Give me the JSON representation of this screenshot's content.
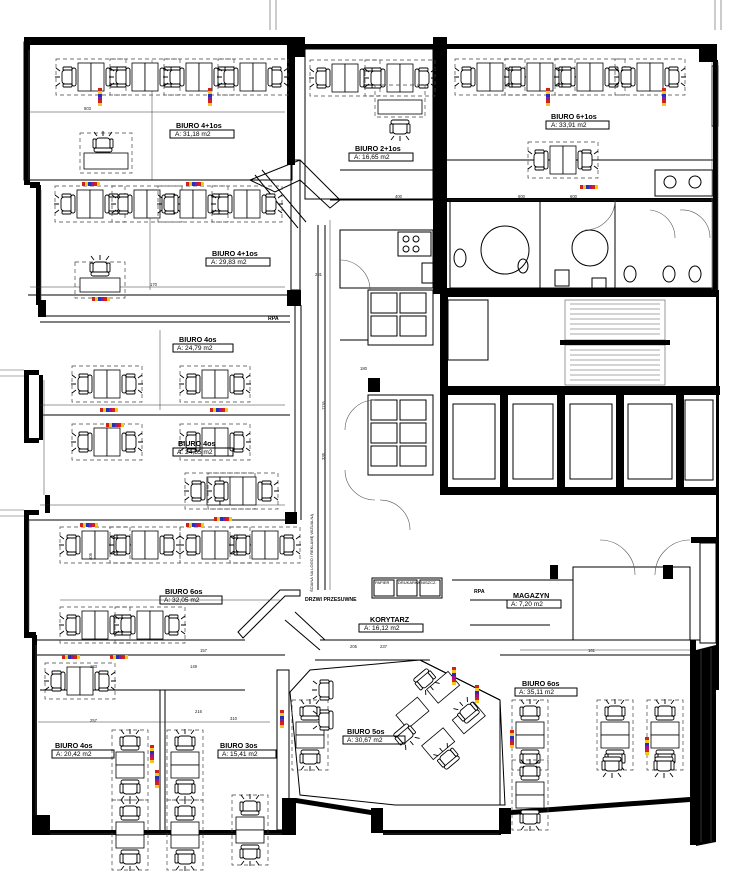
{
  "rooms": [
    {
      "name": "BIURO 4+1os",
      "area": "A: 31,18 m2"
    },
    {
      "name": "BIURO 2+1os",
      "area": "A: 16,65 m2"
    },
    {
      "name": "BIURO 6+1os",
      "area": "A: 33,91 m2"
    },
    {
      "name": "BIURO 4+1os",
      "area": "A: 29,83 m2"
    },
    {
      "name": "BIURO 4os",
      "area": "A: 24,79 m2"
    },
    {
      "name": "BIURO 4os",
      "area": "A: 24,55 m2"
    },
    {
      "name": "BIURO 6os",
      "area": "A: 32,05 m2"
    },
    {
      "name": "KORYTARZ",
      "area": "A: 16,12 m2"
    },
    {
      "name": "MAGAZYN",
      "area": "A: 7,20 m2"
    },
    {
      "name": "BIURO 6os",
      "area": "A: 35,11 m2"
    },
    {
      "name": "BIURO 5os",
      "area": "A: 30,67 m2"
    },
    {
      "name": "BIURO 4os",
      "area": "A: 20,42 m2"
    },
    {
      "name": "BIURO 3os",
      "area": "A: 15,41 m2"
    }
  ],
  "notes": {
    "sliding_door": "DRZWI PRZESUWNE",
    "logo_wall": "ŚCIANA NA LOGO / REKLAMĘ WIZUALNĄ",
    "rpa": "RPA",
    "rpa2": "RPA",
    "printers": [
      "PAPIER",
      "DRUKARKA",
      "NISZCZ."
    ]
  },
  "dimensions": [
    "803",
    "600",
    "600",
    "400",
    "281",
    "1116",
    "205",
    "237",
    "149",
    "310",
    "216",
    "157",
    "183",
    "406",
    "257",
    "161",
    "170",
    "335",
    "180"
  ],
  "colors": {
    "wall": "#000000",
    "outlet_red": "#d0221b",
    "outlet_yellow": "#f3c81a",
    "outlet_blue": "#2330b8",
    "outlet_magenta": "#a3138c"
  }
}
